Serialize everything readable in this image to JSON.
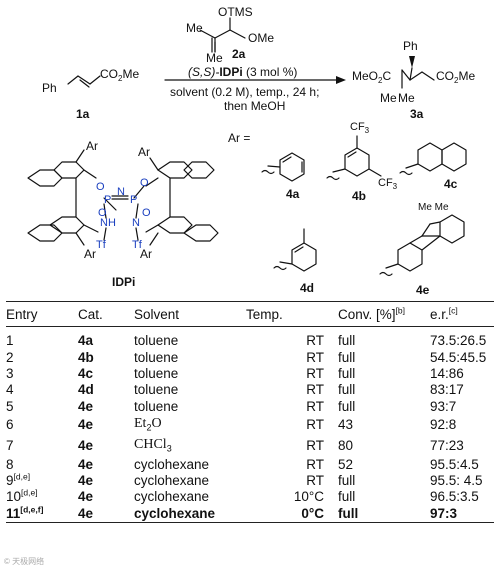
{
  "reaction": {
    "reagent_top": "OTMS",
    "reagent_ome": "OMe",
    "reagent_me_left": "Me",
    "reagent_me_bottom": "Me",
    "reagent_label": "2a",
    "substrate_ph": "Ph",
    "substrate_ester": "CO",
    "substrate_ester_sub": "2",
    "substrate_ester_me": "Me",
    "substrate_label": "1a",
    "catalyst_stereo": "(S,S)-",
    "catalyst_name": "IDPi",
    "catalyst_loading": " (3 mol %)",
    "conditions_1": "solvent (0.2 M), temp., 24 h;",
    "conditions_2": "then MeOH",
    "product_ph": "Ph",
    "product_left_ester": "MeO",
    "product_left_ester_sub": "2",
    "product_left_ester_c": "C",
    "product_right_ester": "CO",
    "product_right_ester_sub": "2",
    "product_right_ester_me": "Me",
    "product_me1": "Me",
    "product_me2": "Me",
    "product_label": "3a"
  },
  "catalyst": {
    "ar_def": "Ar =",
    "ar_labels": [
      "Ar",
      "Ar",
      "Ar",
      "Ar"
    ],
    "o_labels": [
      "O",
      "O",
      "O",
      "O"
    ],
    "p_labels": [
      "P",
      "P"
    ],
    "n_label": "N",
    "nh_label": "NH",
    "n2_label": "N",
    "tf_labels": [
      "Tf",
      "Tf"
    ],
    "name": "IDPi",
    "ar_options": [
      {
        "label": "4a"
      },
      {
        "label": "4b",
        "substituents": [
          "CF",
          "CF"
        ],
        "sub3": "3"
      },
      {
        "label": "4c"
      },
      {
        "label": "4d"
      },
      {
        "label": "4e",
        "methyls": "Me Me"
      }
    ]
  },
  "table": {
    "headers": {
      "entry": "Entry",
      "cat": "Cat.",
      "solvent": "Solvent",
      "temp": "Temp.",
      "conv": "Conv. [%]",
      "conv_note": "[b]",
      "er": "e.r.",
      "er_note": "[c]"
    },
    "rows": [
      {
        "entry": "1",
        "note": "",
        "cat": "4a",
        "solvent": "toluene",
        "temp": "RT",
        "conv": "full",
        "er": "73.5:26.5",
        "bold": false
      },
      {
        "entry": "2",
        "note": "",
        "cat": "4b",
        "solvent": "toluene",
        "temp": "RT",
        "conv": "full",
        "er": "54.5:45.5",
        "bold": false
      },
      {
        "entry": "3",
        "note": "",
        "cat": "4c",
        "solvent": "toluene",
        "temp": "RT",
        "conv": "full",
        "er": "14:86",
        "bold": false
      },
      {
        "entry": "4",
        "note": "",
        "cat": "4d",
        "solvent": "toluene",
        "temp": "RT",
        "conv": "full",
        "er": "83:17",
        "bold": false
      },
      {
        "entry": "5",
        "note": "",
        "cat": "4e",
        "solvent": "toluene",
        "temp": "RT",
        "conv": "full",
        "er": "93:7",
        "bold": false
      },
      {
        "entry": "6",
        "note": "",
        "cat": "4e",
        "solvent": "Et",
        "solvent_sub": "2",
        "solvent_tail": "O",
        "temp": "RT",
        "conv": "43",
        "er": "92:8",
        "bold": false
      },
      {
        "entry": "7",
        "note": "",
        "cat": "4e",
        "solvent": "CHCl",
        "solvent_sub": "3",
        "solvent_tail": "",
        "temp": "RT",
        "conv": "80",
        "er": "77:23",
        "bold": false
      },
      {
        "entry": "8",
        "note": "",
        "cat": "4e",
        "solvent": "cyclohexane",
        "temp": "RT",
        "conv": "52",
        "er": "95.5:4.5",
        "bold": false
      },
      {
        "entry": "9",
        "note": "[d,e]",
        "cat": "4e",
        "solvent": "cyclohexane",
        "temp": "RT",
        "conv": "full",
        "er": "95.5: 4.5",
        "bold": false
      },
      {
        "entry": "10",
        "note": "[d,e]",
        "cat": "4e",
        "solvent": "cyclohexane",
        "temp": "10°C",
        "conv": "full",
        "er": "96.5:3.5",
        "bold": false
      },
      {
        "entry": "11",
        "note": "[d,e,f]",
        "cat": "4e",
        "solvent": "cyclohexane",
        "temp": "0°C",
        "conv": "full",
        "er": "97:3",
        "bold": true
      }
    ]
  },
  "watermark": "© 天极网络"
}
